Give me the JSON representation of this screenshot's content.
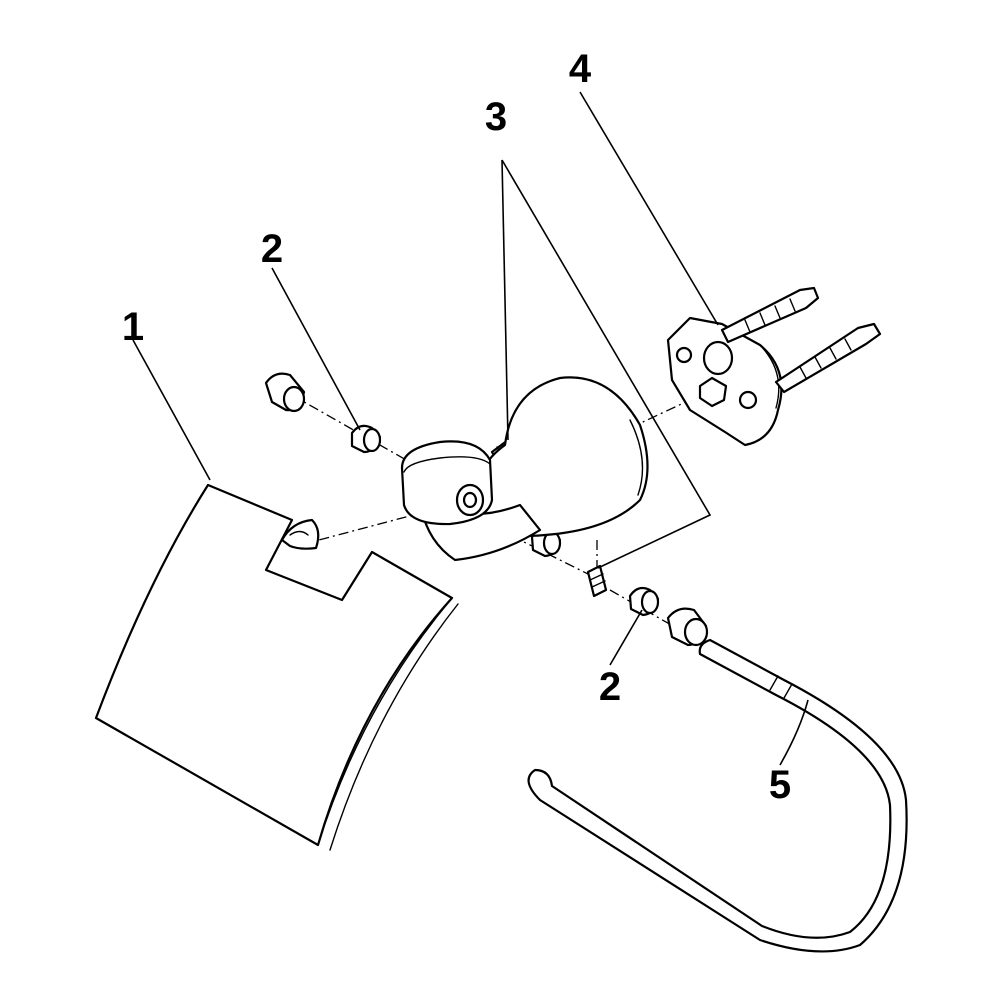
{
  "diagram": {
    "callouts": [
      {
        "id": "callout-1",
        "label": "1",
        "part": "cover"
      },
      {
        "id": "callout-2a",
        "label": "2",
        "part": "bushing"
      },
      {
        "id": "callout-2b",
        "label": "2",
        "part": "bushing"
      },
      {
        "id": "callout-3",
        "label": "3",
        "part": "screw"
      },
      {
        "id": "callout-4",
        "label": "4",
        "part": "wall-plate"
      },
      {
        "id": "callout-5",
        "label": "5",
        "part": "paper-bar"
      }
    ]
  }
}
